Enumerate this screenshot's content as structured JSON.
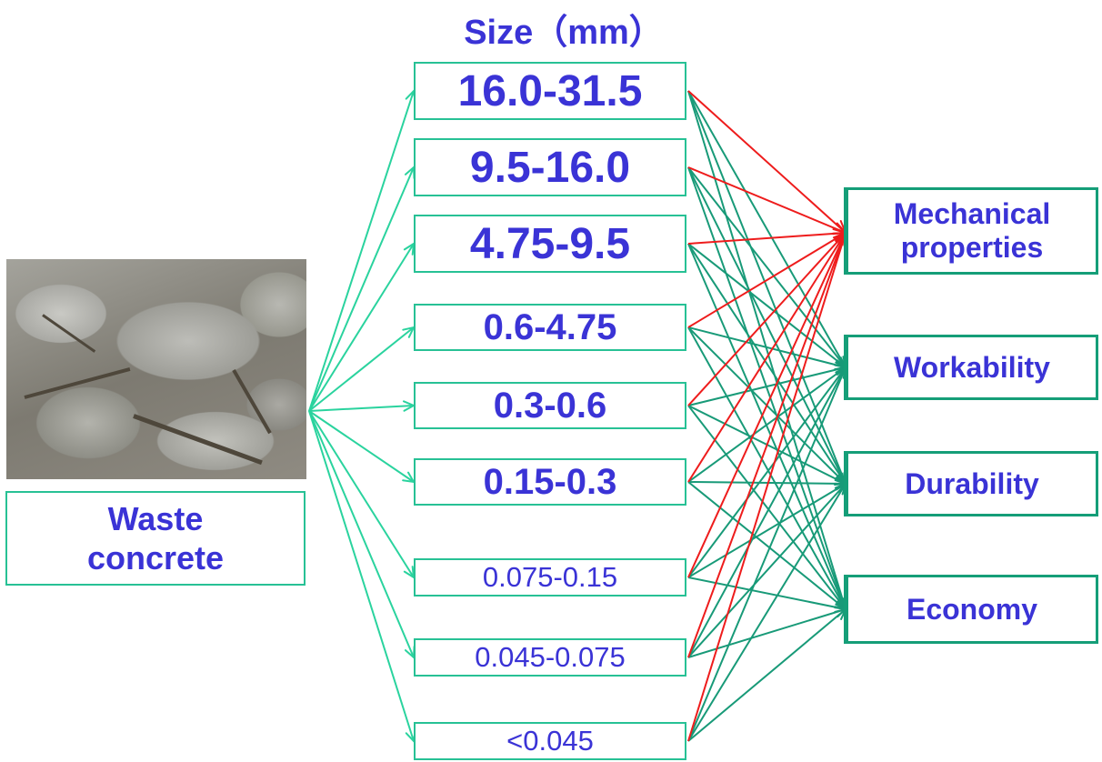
{
  "title": "Size（mm）",
  "source": {
    "label_line1": "Waste",
    "label_line2": "concrete",
    "photo_icon": "concrete-rubble-photo"
  },
  "sizes": [
    {
      "label": "16.0-31.5"
    },
    {
      "label": "9.5-16.0"
    },
    {
      "label": "4.75-9.5"
    },
    {
      "label": "0.6-4.75"
    },
    {
      "label": "0.3-0.6"
    },
    {
      "label": "0.15-0.3"
    },
    {
      "label": "0.075-0.15"
    },
    {
      "label": "0.045-0.075"
    },
    {
      "label": "<0.045"
    }
  ],
  "properties": [
    {
      "line1": "Mechanical",
      "line2": "properties"
    },
    {
      "line1": "Workability",
      "line2": ""
    },
    {
      "line1": "Durability",
      "line2": ""
    },
    {
      "line1": "Economy",
      "line2": ""
    }
  ],
  "colors": {
    "text": "#3a33d6",
    "box_border": "#27c195",
    "property_border": "#159e78",
    "fan_arrow": "#2ad39e",
    "link_green": "#189a78",
    "link_red": "#ee1c1c"
  }
}
